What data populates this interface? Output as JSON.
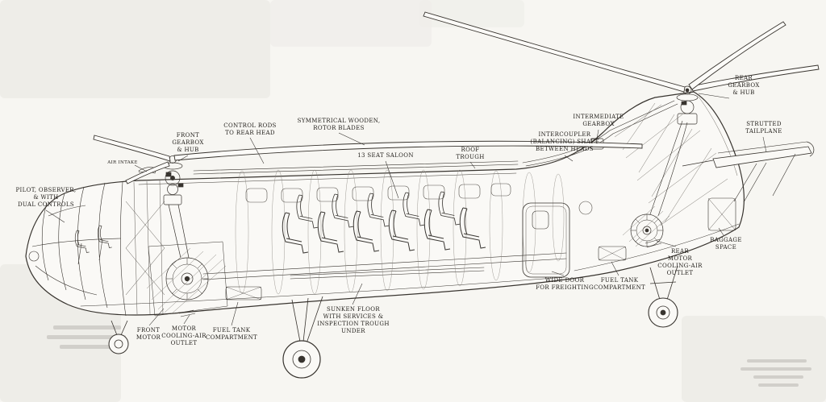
{
  "figure": {
    "description": "Cutaway technical drawing of a tandem-rotor passenger helicopter",
    "ink_color": "#38342f",
    "paper_color": "#f7f6f2"
  },
  "labels": [
    {
      "name": "air-intake",
      "text": "AIR INTAKE"
    },
    {
      "name": "front-gearbox-hub",
      "text": "FRONT\nGEARBOX\n& HUB"
    },
    {
      "name": "control-rods",
      "text": "CONTROL RODS\nTO REAR HEAD"
    },
    {
      "name": "rotor-blades",
      "text": "SYMMETRICAL WOODEN,\nROTOR BLADES"
    },
    {
      "name": "seat-saloon",
      "text": "13 SEAT SALOON"
    },
    {
      "name": "roof-trough",
      "text": "ROOF\nTROUGH"
    },
    {
      "name": "intercoupler-shaft",
      "text": "INTERCOUPLER\n(BALANCING) SHAFT\nBETWEEN HEADS"
    },
    {
      "name": "intermediate-gearbox",
      "text": "INTERMEDIATE\nGEARBOX"
    },
    {
      "name": "rear-gearbox-hub",
      "text": "REAR\nGEARBOX\n& HUB"
    },
    {
      "name": "strutted-tailplane",
      "text": "STRUTTED\nTAILPLANE"
    },
    {
      "name": "pilot-observer",
      "text": "PILOT, OBSERVER,\n& WITH\nDUAL CONTROLS"
    },
    {
      "name": "baggage-space",
      "text": "BAGGAGE\nSPACE"
    },
    {
      "name": "rear-motor-cooling-outlet",
      "text": "REAR\nMOTOR\nCOOLING-AIR\nOUTLET"
    },
    {
      "name": "wide-door",
      "text": "WIDE DOOR\nFOR FREIGHTING"
    },
    {
      "name": "fuel-tank-rear",
      "text": "FUEL TANK\nCOMPARTMENT"
    },
    {
      "name": "sunken-floor",
      "text": "SUNKEN FLOOR\nWITH SERVICES &\nINSPECTION TROUGH\nUNDER"
    },
    {
      "name": "fuel-tank-front",
      "text": "FUEL TANK\nCOMPARTMENT"
    },
    {
      "name": "motor-cooling-outlet-front",
      "text": "MOTOR\nCOOLING-AIR\nOUTLET"
    },
    {
      "name": "front-motor",
      "text": "FRONT\nMOTOR"
    }
  ]
}
